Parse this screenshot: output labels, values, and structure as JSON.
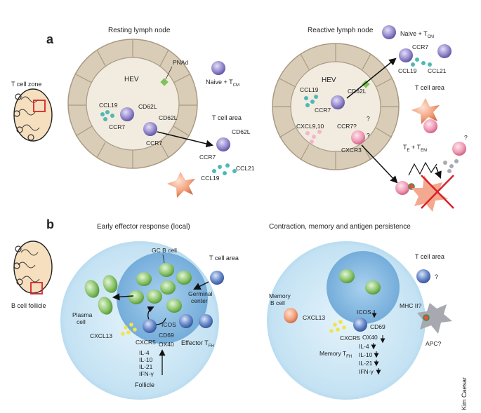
{
  "panels": {
    "a": {
      "letter": "a"
    },
    "b": {
      "letter": "b"
    }
  },
  "panel_a": {
    "side_label": "T cell zone",
    "resting": {
      "title": "Resting lymph node",
      "hev": "HEV",
      "pnad": "PNAd",
      "naive_tcm": "Naive + T",
      "naive_tcm_sub": "CM",
      "t_cell_area": "T cell area",
      "ccl19": "CCL19",
      "cd62l_a": "CD62L",
      "ccr7_a": "CCR7",
      "cd62l_b": "CD62L",
      "ccr7_b": "CCR7",
      "cd62l_out": "CD62L",
      "ccr7_out": "CCR7",
      "ccl21": "CCL21",
      "ccl19_out": "CCL19"
    },
    "reactive": {
      "title": "Reactive lymph node",
      "hev": "HEV",
      "naive_tcm": "Naive + T",
      "naive_tcm_sub": "CM",
      "ccr7_top": "CCR7",
      "ccl19_top": "CCL19",
      "ccl21_top": "CCL21",
      "ccl19": "CCL19",
      "cd62l": "CD62L",
      "ccr7": "CCR7",
      "t_cell_area": "T cell area",
      "cxcl910": "CXCL9,10",
      "ccr7q": "CCR7?",
      "q": "?",
      "cxcr3": "CXCR3",
      "te_tem_a": "T",
      "te_tem_sub1": "E",
      "te_tem_b": " + T",
      "te_tem_sub2": "EM"
    }
  },
  "panel_b": {
    "side_label": "B cell follicle",
    "early": {
      "title": "Early effector response (local)",
      "gc_b_cell": "GC B cell",
      "t_cell_area": "T cell area",
      "germinal_center_1": "Germinal",
      "germinal_center_2": "center",
      "plasma_cell_1": "Plasma",
      "plasma_cell_2": "cell",
      "icos": "ICOS",
      "cxcl13": "CXCL13",
      "cd69": "CD69",
      "cxcr5": "CXCR5",
      "ox40": "OX40",
      "effector_tfh": "Effector T",
      "effector_tfh_sub": "FH",
      "il4": "IL-4",
      "il10": "IL-10",
      "il21": "IL-21",
      "ifng": "IFN-γ",
      "follicle": "Follicle"
    },
    "contraction": {
      "title": "Contraction, memory and antigen persistence",
      "t_cell_area": "T cell area",
      "q": "?",
      "memory_b_1": "Memory",
      "memory_b_2": "B cell",
      "cxcl13": "CXCL13",
      "icos": "ICOS",
      "cd69": "CD69",
      "mhc": "MHC II?",
      "cxcr5": "CXCR5",
      "ox40": "OX40",
      "memory_tfh": "Memory T",
      "memory_tfh_sub": "FH",
      "il4": "IL-4",
      "il10": "IL-10",
      "il21": "IL-21",
      "ifng": "IFN-γ",
      "apc": "APC?"
    }
  },
  "credit": "Kim Caesar",
  "colors": {
    "hev_outer": "#d9cdb8",
    "hev_inner": "#f1ebe0",
    "t_cell": "#8b80c4",
    "t_cell_dark": "#5e4f9f",
    "chemokine": "#4fb8b5",
    "dendritic": "#f0a083",
    "effector_cell": "#ef9bb5",
    "b_cell_green": "#8cc56b",
    "follicle": "#cfe8f5",
    "gc": "#7fb8e0",
    "tfh_blue": "#4a6fb5",
    "cxcl13_yellow": "#f3e34a",
    "apc_grey": "#a8a8b0"
  }
}
